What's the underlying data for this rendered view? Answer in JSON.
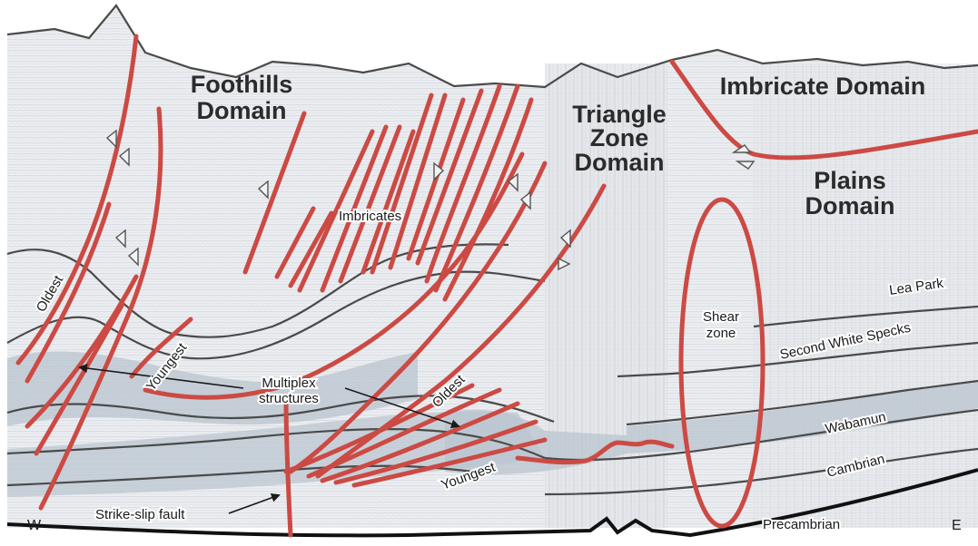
{
  "domains": {
    "foothills_line1": "Foothills",
    "foothills_line2": "Domain",
    "triangle_line1": "Triangle",
    "triangle_line2": "Zone",
    "triangle_line3": "Domain",
    "imbricate": "Imbricate Domain",
    "plains_line1": "Plains",
    "plains_line2": "Domain"
  },
  "labels": {
    "imbricates": "Imbricates",
    "oldest_left": "Oldest",
    "youngest_left": "Youngest",
    "multiplex_line1": "Multiplex",
    "multiplex_line2": "structures",
    "oldest_center": "Oldest",
    "youngest_center": "Youngest",
    "strike_slip": "Strike-slip fault",
    "shear_line1": "Shear",
    "shear_line2": "zone",
    "west": "W",
    "east": "E"
  },
  "horizons": {
    "lea_park": "Lea Park",
    "second_white_specks": "Second White Specks",
    "wabamun": "Wabamun",
    "cambrian": "Cambrian",
    "precambrian": "Precambrian"
  },
  "colors": {
    "fault": "#cc4a44",
    "horizon": "#4a4a4a",
    "shaded_unit": "#b9c4cf",
    "seismic_background": "#e9ebee",
    "precambrian_surface": "#111111"
  }
}
